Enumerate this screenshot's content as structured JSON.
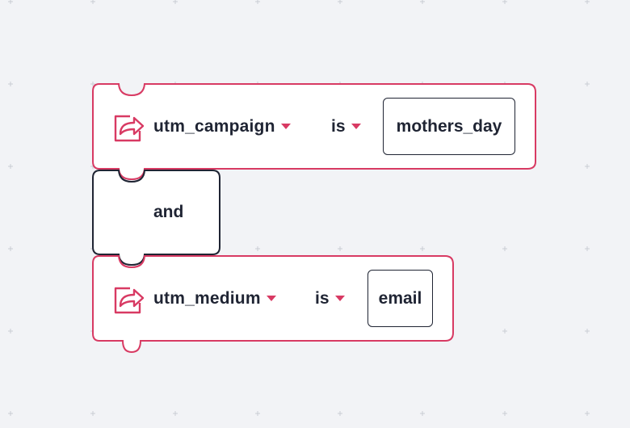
{
  "blocks": [
    {
      "field": "utm_campaign",
      "operator": "is",
      "value": "mothers_day",
      "icon": "share-arrow-icon"
    },
    {
      "field": "utm_medium",
      "operator": "is",
      "value": "email",
      "icon": "share-arrow-icon"
    }
  ],
  "connector": {
    "label": "and"
  },
  "colors": {
    "accent": "#d83a63",
    "text": "#1f2433",
    "canvas": "#f2f3f6",
    "block_fill": "#ffffff"
  }
}
